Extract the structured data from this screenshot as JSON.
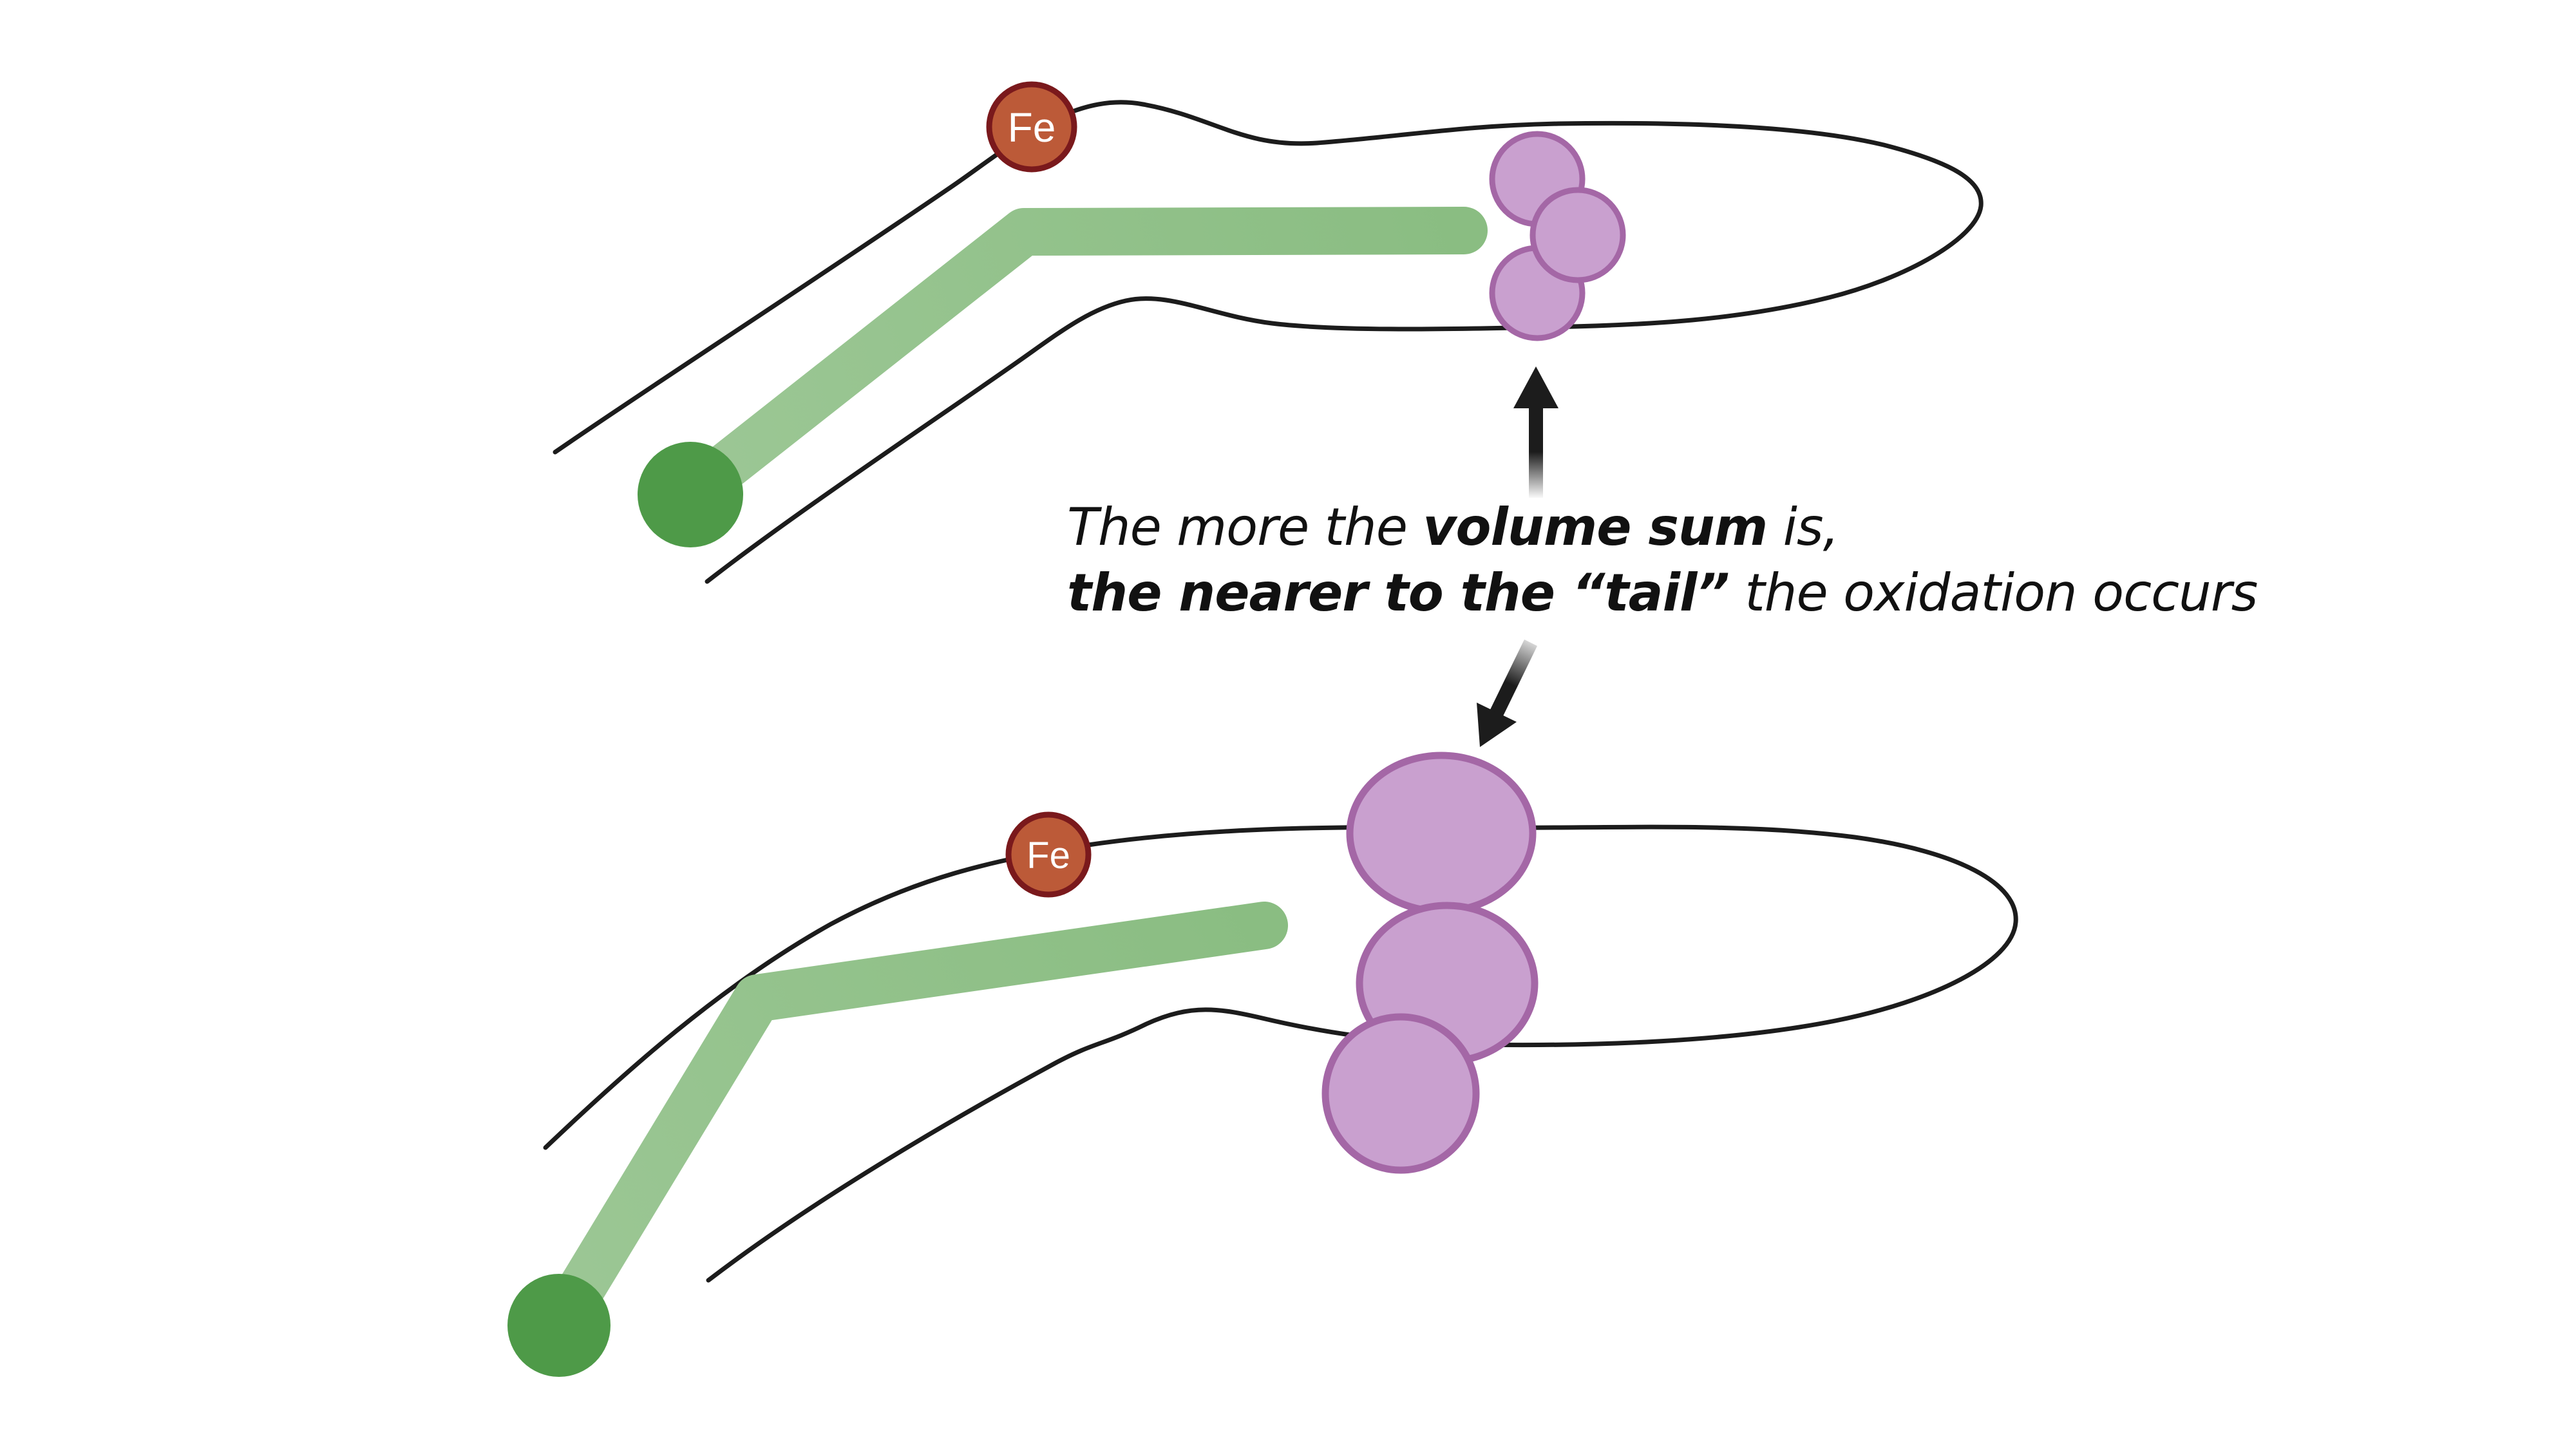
{
  "scene": {
    "background": "#ffffff",
    "caption": {
      "line1_start": "The more the ",
      "line1_bold": "volume sum",
      "line1_end": " is,",
      "line2_bold": "the nearer to the “tail”",
      "line2_end": " the oxidation occurs"
    },
    "top_diagram": {
      "iron_label": "Fe",
      "oxidation_sites_count": 3,
      "site_scale": "small"
    },
    "bottom_diagram": {
      "iron_label": "Fe",
      "oxidation_sites_count": 3,
      "site_scale": "large"
    },
    "colors": {
      "outline": "#1c1c1c",
      "rod_green": "#8abd82",
      "rod_green_soft": "#9cc795",
      "rod_head_green": "#4e9a48",
      "iron_fill": "#bc5a38",
      "iron_border": "#7a191c",
      "iron_text": "#ffffff",
      "site_fill": "#c9a0cf",
      "site_border": "#a467a6",
      "arrow": "#1c1c1c",
      "caption_text": "#111111"
    }
  }
}
